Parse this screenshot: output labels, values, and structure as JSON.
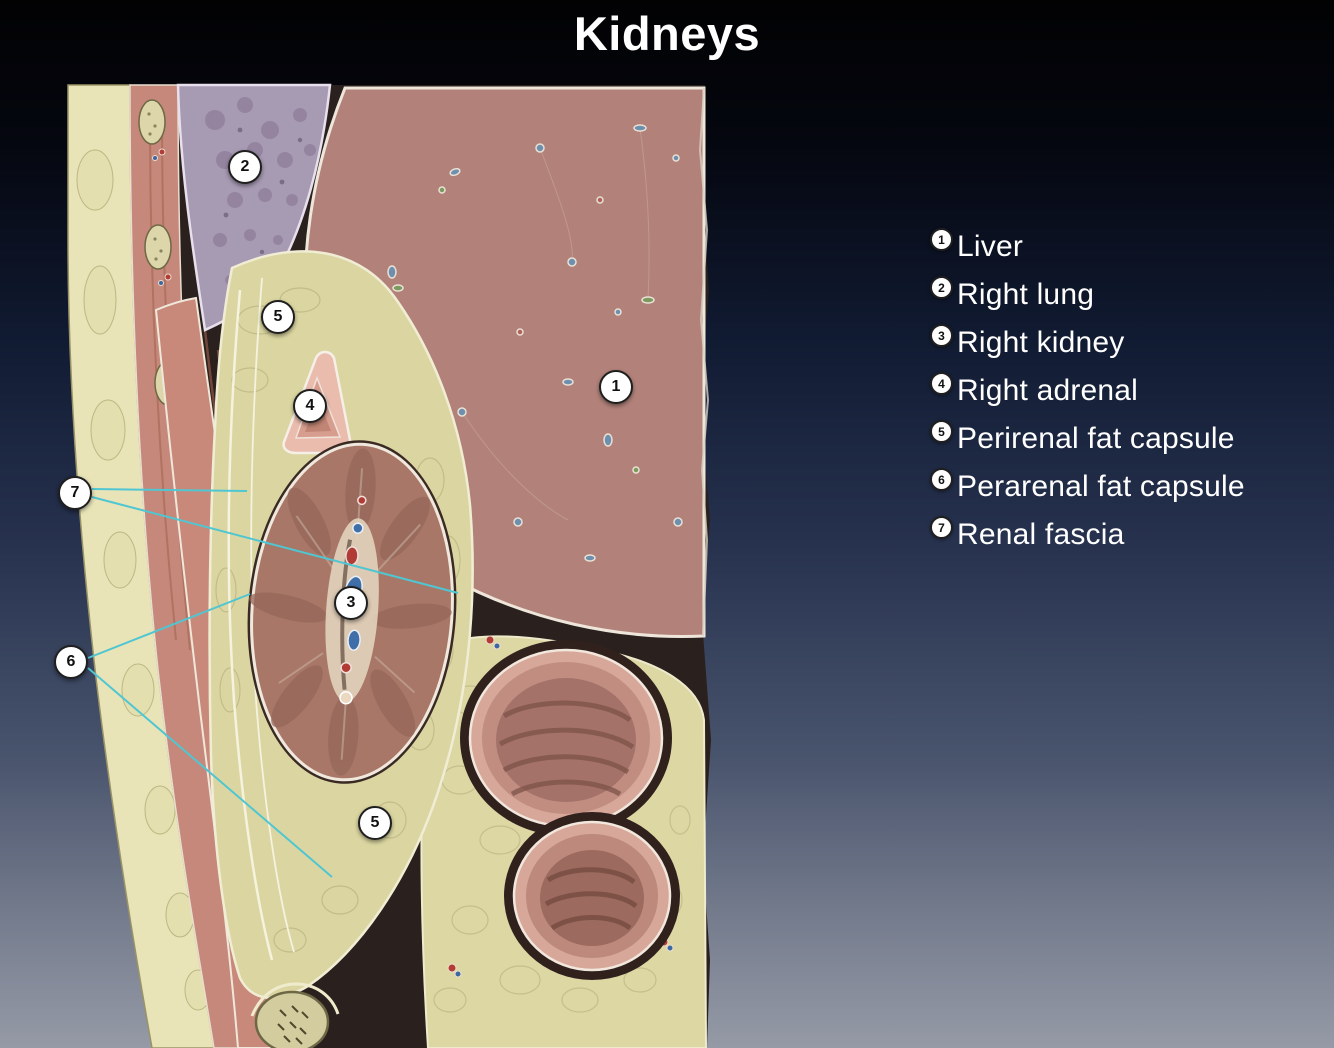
{
  "slide": {
    "title": "Kidneys"
  },
  "legend": {
    "items": [
      {
        "number": "1",
        "label": "Liver"
      },
      {
        "number": "2",
        "label": "Right lung"
      },
      {
        "number": "3",
        "label": "Right kidney"
      },
      {
        "number": "4",
        "label": "Right adrenal"
      },
      {
        "number": "5",
        "label": "Perirenal fat capsule"
      },
      {
        "number": "6",
        "label": "Perarenal fat capsule"
      },
      {
        "number": "7",
        "label": "Renal fascia"
      }
    ]
  },
  "markers": [
    {
      "number": "2"
    },
    {
      "number": "5"
    },
    {
      "number": "4"
    },
    {
      "number": "1"
    },
    {
      "number": "7"
    },
    {
      "number": "3"
    },
    {
      "number": "6"
    },
    {
      "number": "5"
    }
  ],
  "colors": {
    "leader_line": "#4fc6d2",
    "marker_bg": "#ffffff",
    "marker_border": "#1f1f1f",
    "legend_text": "#ffffff"
  }
}
